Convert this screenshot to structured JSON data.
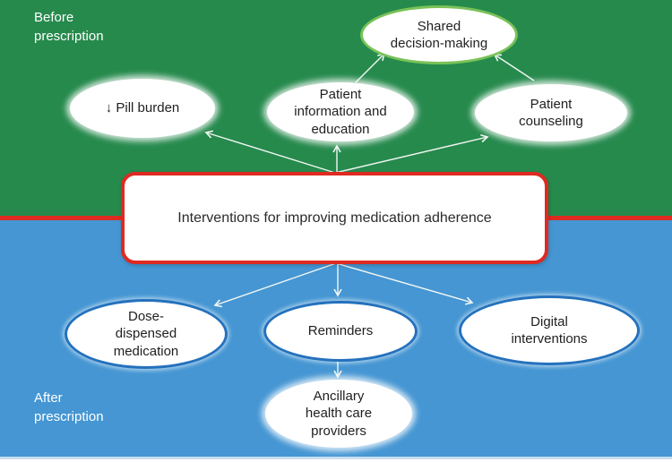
{
  "regions": {
    "before": {
      "label": "Before\nprescription"
    },
    "after": {
      "label": "After\nprescription"
    }
  },
  "center_box": {
    "label": "Interventions for improving medication adherence"
  },
  "nodes": {
    "shared_decision_making": {
      "label": "Shared\ndecision-making"
    },
    "pill_burden": {
      "label": "↓ Pill burden"
    },
    "patient_information": {
      "label": "Patient\ninformation and\neducation"
    },
    "patient_counseling": {
      "label": "Patient\ncounseling"
    },
    "dose_dispensed": {
      "label": "Dose-\ndispensed\nmedication"
    },
    "reminders": {
      "label": "Reminders"
    },
    "digital_interventions": {
      "label": "Digital\ninterventions"
    },
    "ancillary_providers": {
      "label": "Ancillary\nhealth care\nproviders"
    }
  },
  "colors": {
    "before_bg": "#268a4d",
    "after_bg": "#4596d3",
    "divider_red": "#df2a21",
    "box_border_red": "#df2a21",
    "green_node_border": "#79c257",
    "blue_node_border": "#2471bd",
    "node_fill": "#ffffff",
    "text_dark": "#1f1f1f",
    "label_white": "#ffffff",
    "arrow_white": "#f2f7f2",
    "bottom_strip": "#c9def0"
  }
}
